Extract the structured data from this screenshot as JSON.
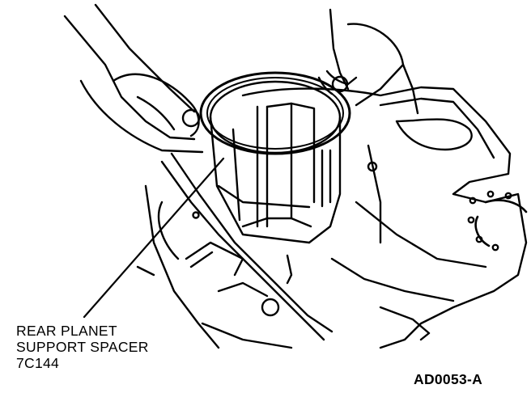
{
  "figure": {
    "callout": {
      "line1": "REAR PLANET",
      "line2": "SUPPORT SPACER",
      "line3": "7C144"
    },
    "figure_code": "AD0053-A"
  },
  "colors": {
    "ink": "#000000",
    "paper": "#ffffff"
  }
}
